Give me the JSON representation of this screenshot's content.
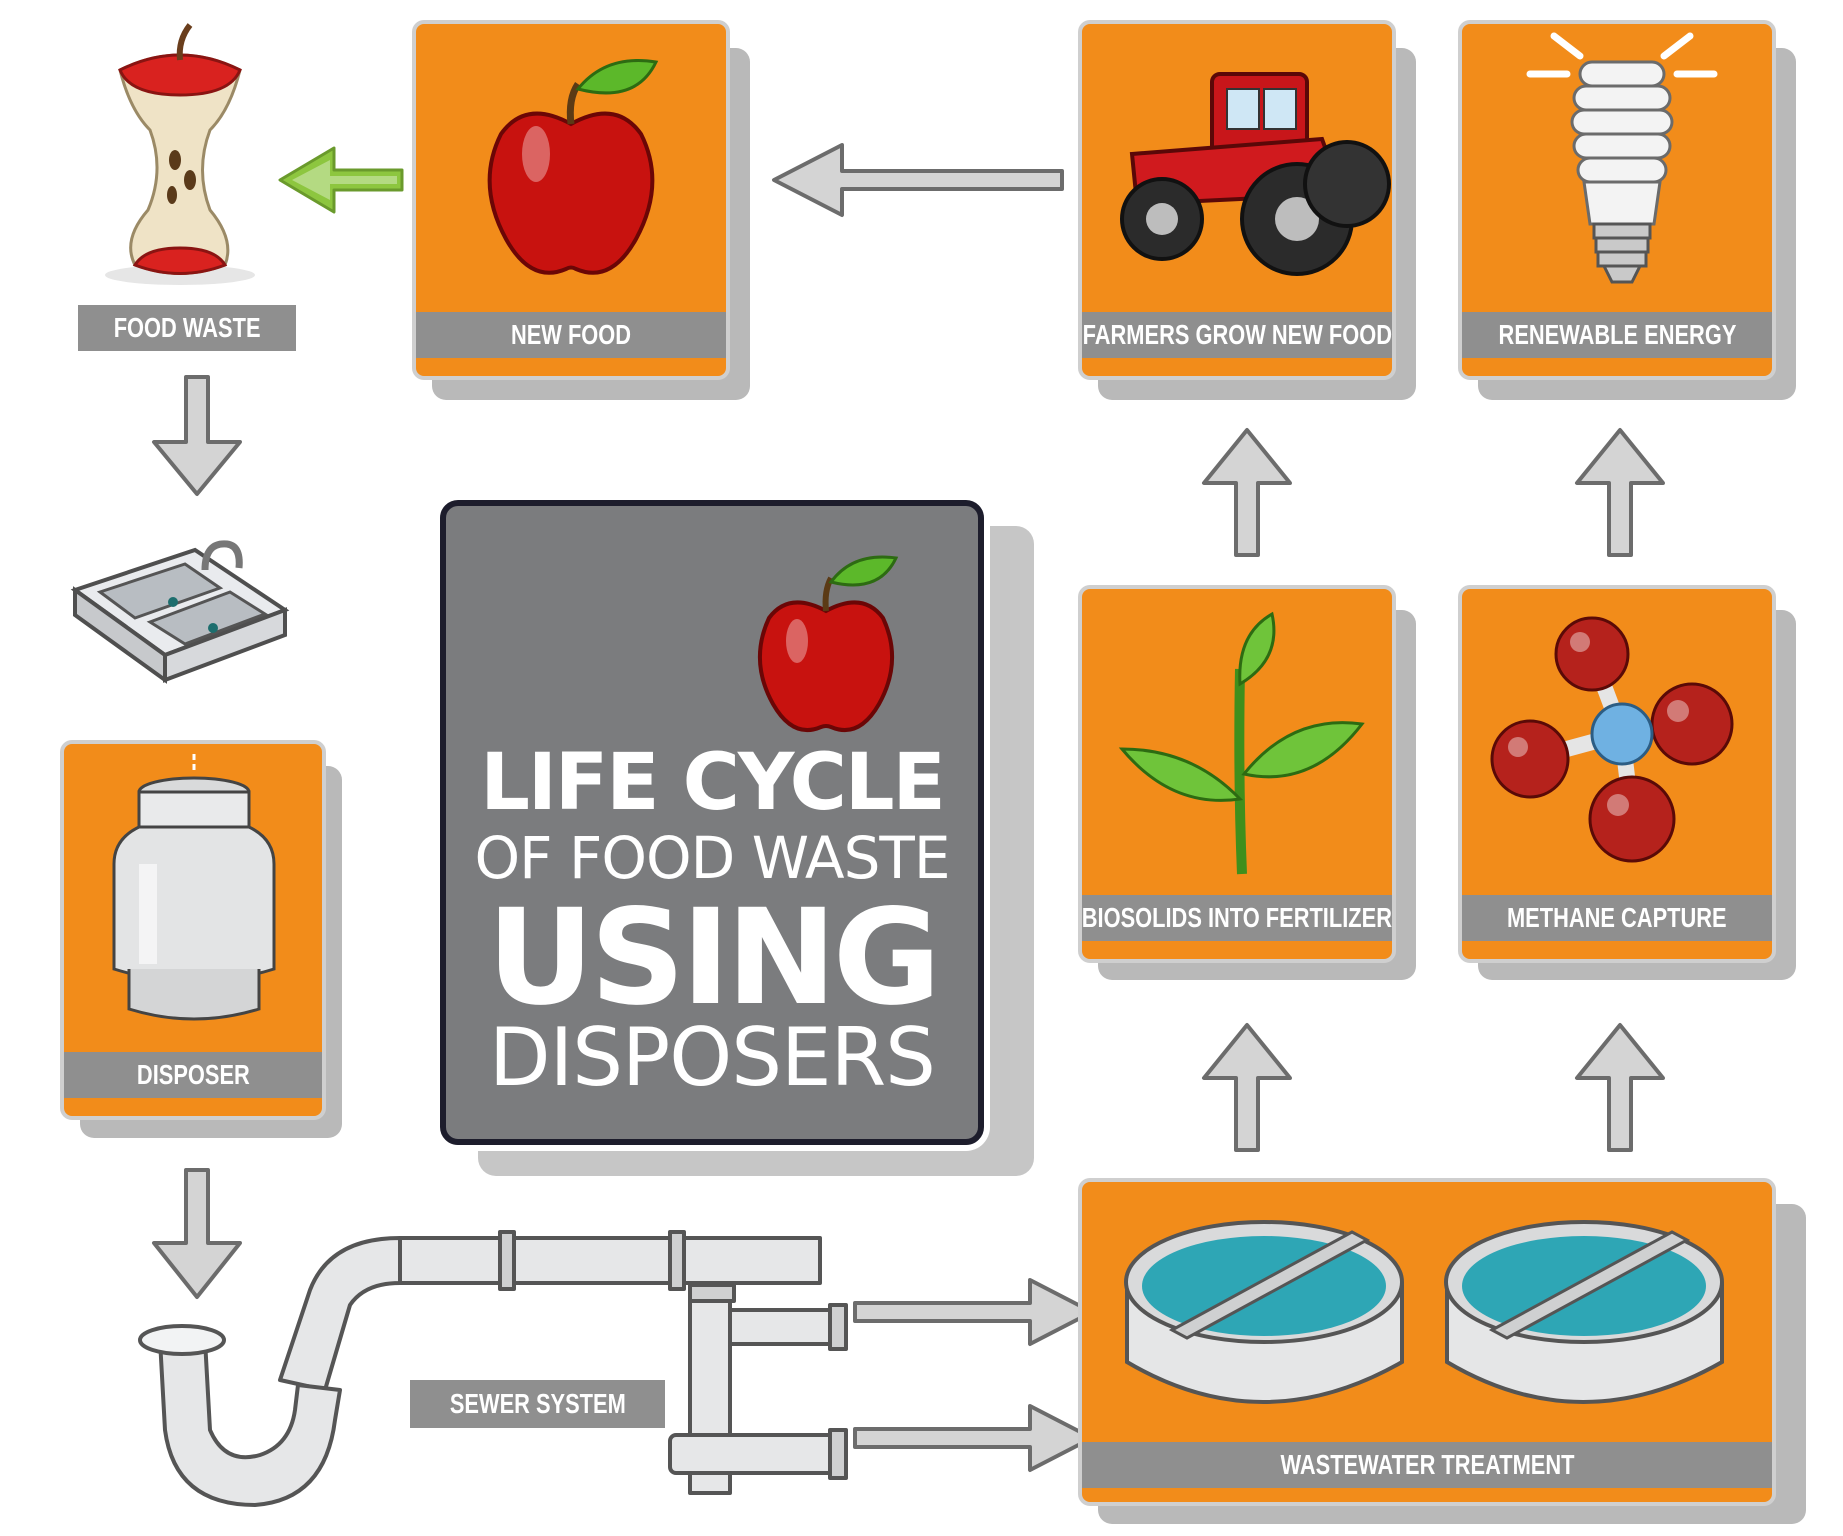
{
  "title": {
    "line1": "LIFE CYCLE",
    "line2": "OF FOOD WASTE",
    "line3": "USING",
    "line4": "DISPOSERS"
  },
  "steps": {
    "food_waste": "FOOD WASTE",
    "new_food": "NEW FOOD",
    "farmers": "FARMERS GROW NEW FOOD",
    "renewable": "RENEWABLE ENERGY",
    "biosolids": "BIOSOLIDS INTO FERTILIZER",
    "methane": "METHANE CAPTURE",
    "disposer": "DISPOSER",
    "sewer": "SEWER SYSTEM",
    "wastewater": "WASTEWATER TREATMENT"
  },
  "colors": {
    "panel_orange": "#f28c1a",
    "label_gray": "#8f8f8f",
    "title_gray": "#7b7c7e",
    "arrow_green": "#8dc63f"
  },
  "icons": [
    "apple-core-icon",
    "apple-icon",
    "tractor-icon",
    "light-bulb-icon",
    "sink-icon",
    "disposer-icon",
    "plant-icon",
    "molecule-icon",
    "pipe-icon",
    "treatment-tanks-icon"
  ]
}
